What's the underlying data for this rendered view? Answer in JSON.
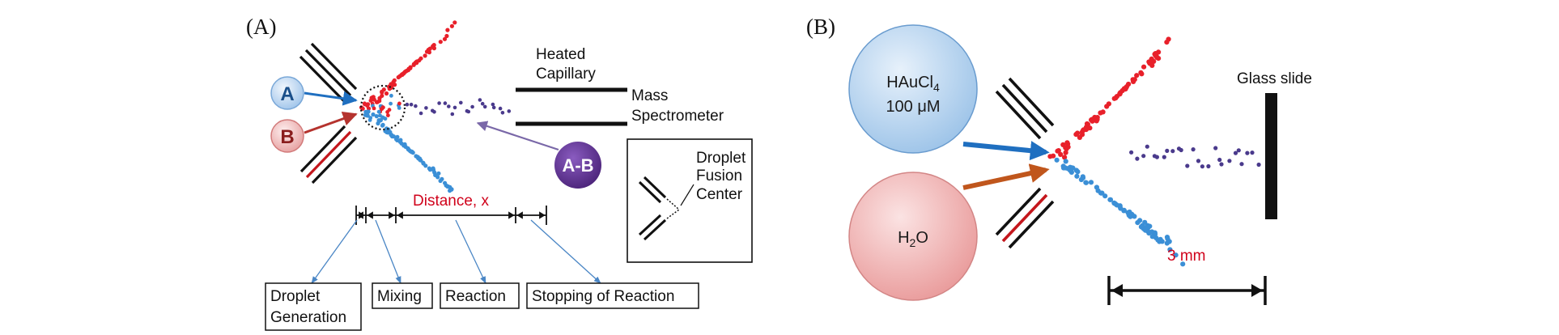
{
  "panel_a": {
    "label": "(A)",
    "badge_a": "A",
    "badge_b": "B",
    "badge_ab": "A-B",
    "capillary_line1": "Heated",
    "capillary_line2": "Capillary",
    "ms_line1": "Mass",
    "ms_line2": "Spectrometer",
    "distance_label": "Distance, x",
    "inset_line1": "Droplet",
    "inset_line2": "Fusion",
    "inset_line3": "Center",
    "stage_droplet_line1": "Droplet",
    "stage_droplet_line2": "Generation",
    "stage_mixing": "Mixing",
    "stage_reaction": "Reaction",
    "stage_stopping": "Stopping of Reaction"
  },
  "panel_b": {
    "label": "(B)",
    "circle_top_line1": "HAuCl",
    "circle_top_sub": "4",
    "circle_top_line2": "100 μM",
    "circle_bottom_main": "H",
    "circle_bottom_sub": "2",
    "circle_bottom_tail": "O",
    "glass_slide": "Glass slide",
    "scale_label": "3 mm"
  },
  "colors": {
    "red_droplet": "#e8202a",
    "blue_droplet": "#3b8fd6",
    "purple_droplet": "#4a3a8c",
    "arrow_blue": "#1f6fc0",
    "arrow_red": "#b5332e",
    "arrow_orange": "#c0561c",
    "ab_purple": "#5a2f8c",
    "label_red": "#d0021b"
  }
}
